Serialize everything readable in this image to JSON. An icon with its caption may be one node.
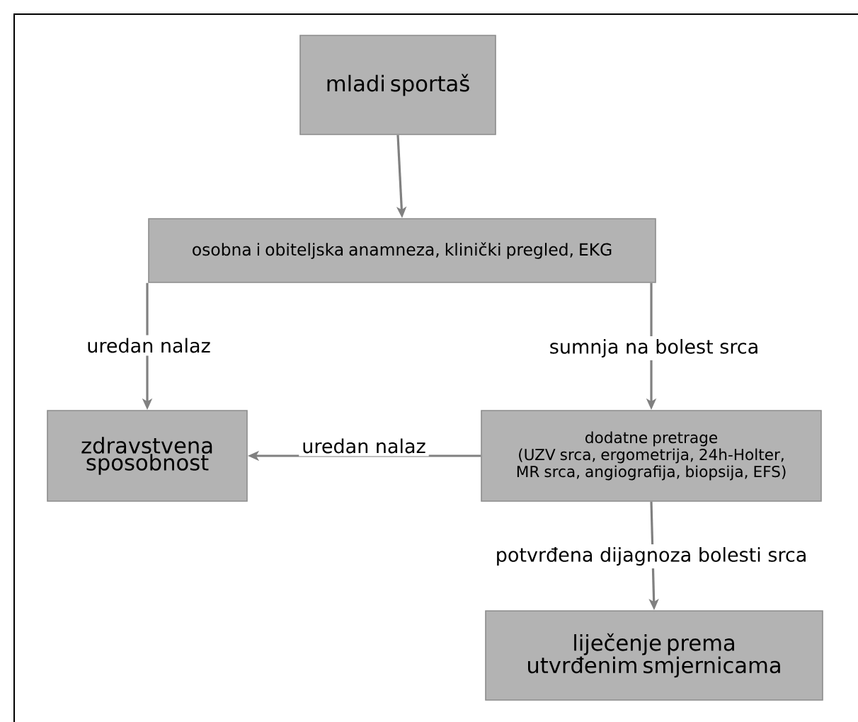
{
  "diagram": {
    "nodes": [
      {
        "text": [
          "mladi sportaš"
        ]
      },
      {
        "text": [
          "osobna i obiteljska anamneza, klinički pregled, EKG"
        ]
      },
      {
        "text": [
          "zdravstvena sposobnost"
        ]
      },
      {
        "text": [
          "dodatne pretrage",
          "(UZV srca, ergometrija, 24h-Holter, MR srca, angiografija, biopsija, EFS)"
        ]
      },
      {
        "text": [
          "liječenje prema utvrđenim smjernicama"
        ]
      }
    ],
    "edges": [
      {
        "from": 0,
        "to": 1,
        "arrow": "to"
      },
      {
        "from": 1,
        "to": 2,
        "arrow": "to",
        "label": "uredan nalaz"
      },
      {
        "from": 1,
        "to": 3,
        "arrow": "to",
        "label": "sumnja na bolest srca"
      },
      {
        "from": 3,
        "to": 2,
        "arrow": "to",
        "label": "uredan nalaz"
      },
      {
        "from": 3,
        "to": 4,
        "arrow": "to",
        "label": "potvrđena dijagnoza bolesti srca"
      }
    ]
  }
}
